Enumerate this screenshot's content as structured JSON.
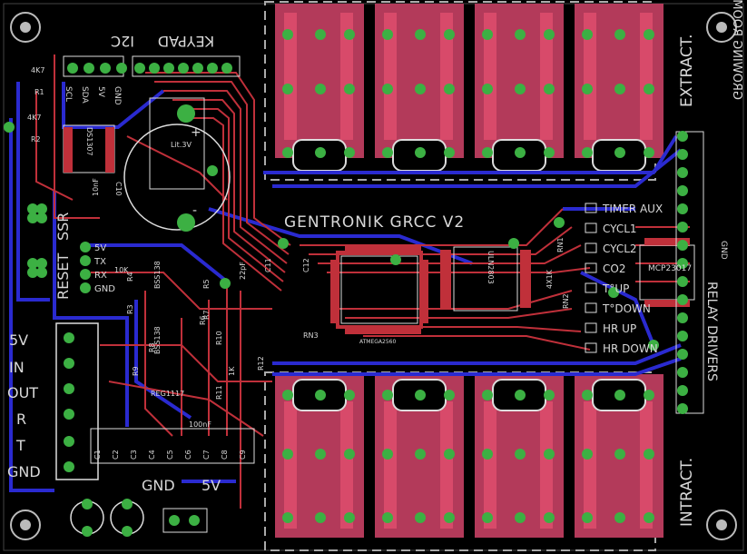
{
  "board": {
    "title": "GENTRONIK GRCC V2",
    "colors": {
      "background": "#000000",
      "top_copper": "#c0303a",
      "bottom_copper": "#2a2ad0",
      "pad": "#3cb043",
      "relay": "#b33a5a",
      "silk": "#d8d8d8"
    }
  },
  "headers": {
    "i2c": "I2C",
    "keypad": "KEYPAD",
    "i2c_pins": [
      "SCL",
      "SDA",
      "5V",
      "GND"
    ]
  },
  "left_labels": {
    "ssr": "SSR",
    "reset": "RESET",
    "serial_pins": [
      "5V",
      "TX",
      "RX",
      "GND"
    ],
    "io": [
      "5V",
      "IN",
      "OUT",
      "R",
      "T",
      "GND"
    ]
  },
  "bottom_labels": {
    "gnd": "GND",
    "v5": "5V"
  },
  "right_labels": {
    "extract": "EXTRACT.",
    "intract": "INTRACT.",
    "relay_drivers": "RELAY DRIVERS",
    "mirror_text": "GROWING ROOM CONTROLLER",
    "gnd": "GND"
  },
  "outputs": [
    "TIMER AUX",
    "CYCL1",
    "CYCL2",
    "CO2",
    "T°UP",
    "T°DOWN",
    "HR UP",
    "HR DOWN"
  ],
  "components": {
    "r1": "R1",
    "r2": "R2",
    "r1_value": "4K7",
    "r2_value": "4K7",
    "rtc": "DS1307",
    "c10": "C10",
    "c10_value": "10nF",
    "battery": "Lit.3V",
    "battery_plus": "+",
    "battery_minus": "-",
    "mcu": "ATMEGA2560",
    "driver": "ULN2803",
    "expander": "MCP23017",
    "regulator": "REG1117",
    "cap_value": "100nF",
    "cap_22p": "22pF",
    "trans1": "BSS138",
    "trans2": "BSS138",
    "c11": "C11",
    "c12": "C12",
    "res_10k": "10K",
    "res_1k": "1K",
    "res_4x1k": "4X1K",
    "r_labels": [
      "R3",
      "R4",
      "R5",
      "R6",
      "R7",
      "R8",
      "R9",
      "R10",
      "R11",
      "R12"
    ],
    "rn1": "RN1",
    "rn2": "RN2",
    "rn3": "RN3",
    "c_labels": [
      "C1",
      "C2",
      "C3",
      "C4",
      "C5",
      "C6",
      "C7",
      "C8",
      "C9"
    ]
  }
}
